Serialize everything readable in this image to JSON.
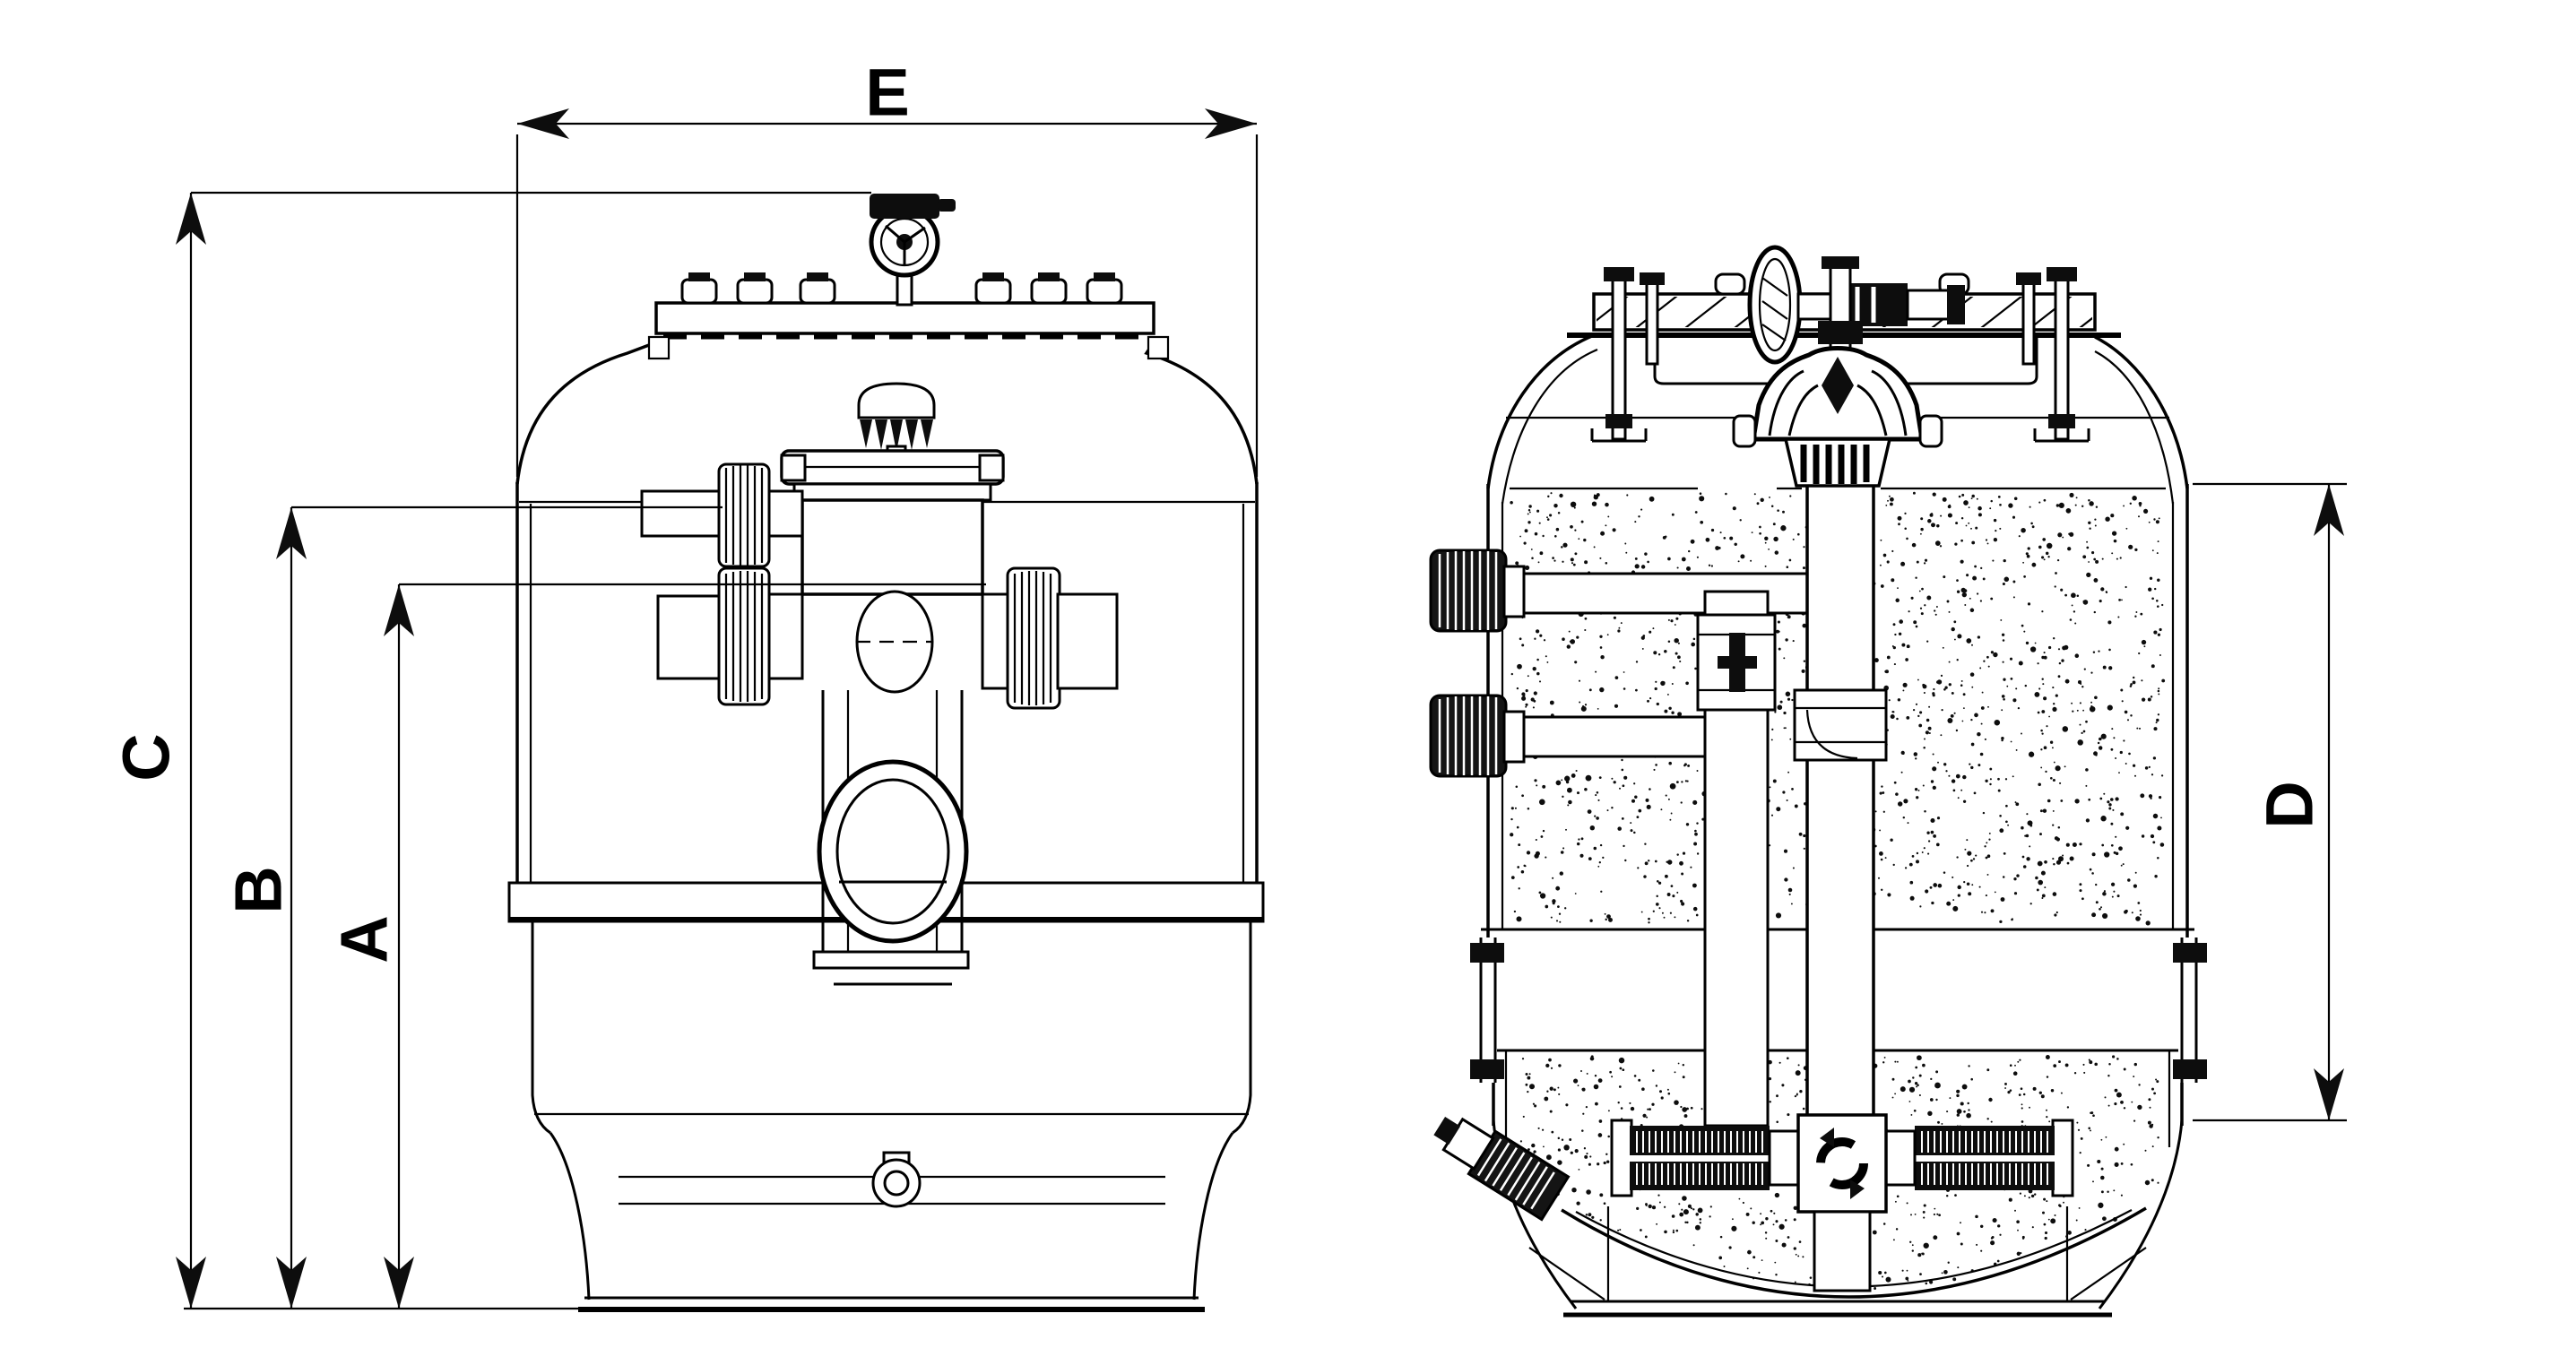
{
  "diagram": {
    "type": "technical-dimension-drawing",
    "subject": "sand filter tank, front view and cross-section view",
    "colors": {
      "line": "#000000",
      "background": "#ffffff"
    }
  },
  "dimensions": {
    "E": {
      "label": "E",
      "axis": "horizontal",
      "view": "front",
      "measures": "tank overall width"
    },
    "C": {
      "label": "C",
      "axis": "vertical",
      "view": "front",
      "measures": "overall height to top of air relief valve"
    },
    "B": {
      "label": "B",
      "axis": "vertical",
      "view": "front",
      "measures": "height to upper valve port centerline"
    },
    "A": {
      "label": "A",
      "axis": "vertical",
      "view": "front",
      "measures": "height to lower valve port centerline"
    },
    "D": {
      "label": "D",
      "axis": "vertical",
      "view": "section",
      "measures": "sand bed depth"
    }
  }
}
